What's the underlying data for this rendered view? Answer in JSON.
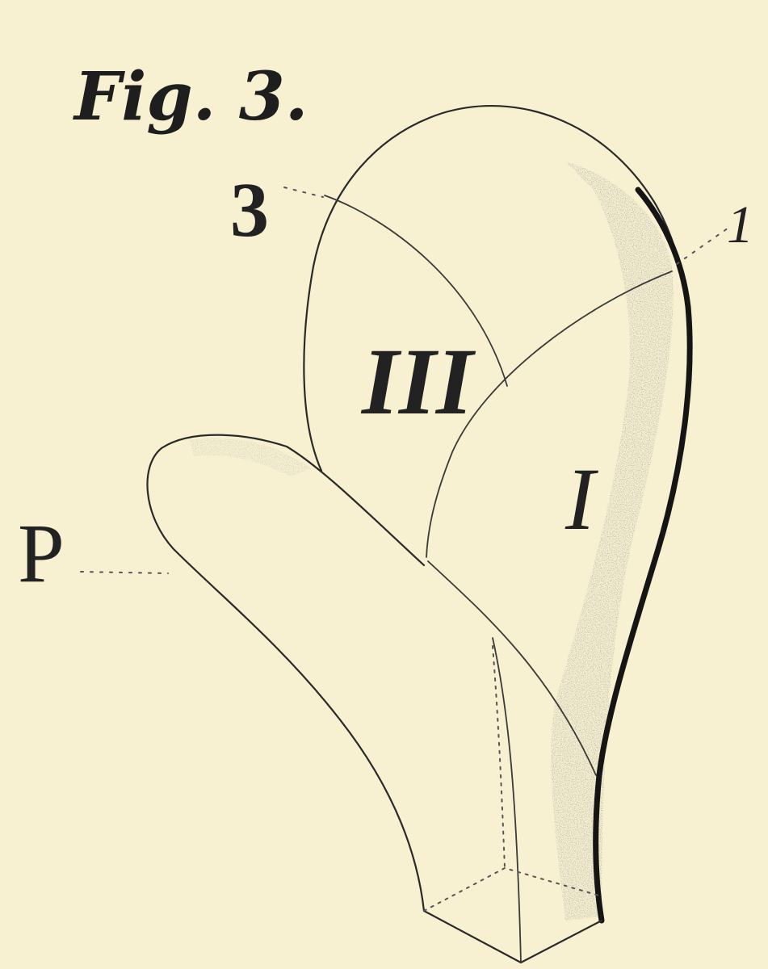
{
  "figure": {
    "title": "Fig. 3.",
    "labels": {
      "p": "P",
      "three": "3",
      "one": "1",
      "region_three": "III",
      "region_one": "I"
    }
  },
  "colors": {
    "paper": "#f7f1d2",
    "ink": "#2a2a2a",
    "stipple": "#8d8a78"
  }
}
